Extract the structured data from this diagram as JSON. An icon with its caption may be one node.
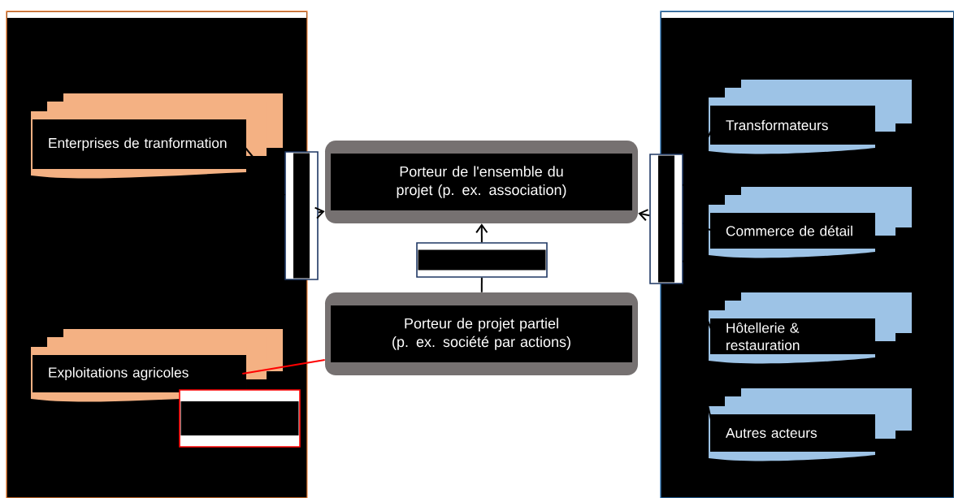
{
  "diagram": {
    "nodes": [
      {
        "text": [],
        "shape": "box"
      },
      {
        "text": [
          "Enterprises de tranformation"
        ],
        "in": 0
      },
      {
        "text": [
          "Exploitations agricoles"
        ],
        "in": 0
      },
      {
        "text": [],
        "shape": "box",
        "in": 0
      },
      {
        "text": [],
        "shape": "box"
      },
      {
        "text": [
          "Porteur de l'ensemble du projet (p. ex. association)"
        ]
      },
      {
        "text": [],
        "shape": "box"
      },
      {
        "text": [
          "Porteur de projet partiel (p. ex. société par actions)"
        ]
      },
      {
        "text": [],
        "shape": "box"
      },
      {
        "text": [],
        "shape": "box"
      },
      {
        "text": [
          "Transformateurs"
        ],
        "in": 9
      },
      {
        "text": [
          "Commerce de détail"
        ],
        "in": 9
      },
      {
        "text": [
          "Hôtellerie & restauration"
        ],
        "in": 9
      },
      {
        "text": [
          "Autres acteurs"
        ],
        "in": 9
      }
    ],
    "edges": [
      {
        "from": 1,
        "to": 4,
        "arrow": "none"
      },
      {
        "from": 4,
        "to": 5,
        "arrow": "to"
      },
      {
        "from": 7,
        "to": 6,
        "arrow": "none"
      },
      {
        "from": 6,
        "to": 5,
        "arrow": "to"
      },
      {
        "from": 2,
        "to": 7,
        "arrow": "none",
        "color": "#ff0000"
      },
      {
        "from": 10,
        "to": 8,
        "arrow": "none"
      },
      {
        "from": 11,
        "to": 8,
        "arrow": "none"
      },
      {
        "from": 12,
        "to": 8,
        "arrow": "none"
      },
      {
        "from": 13,
        "to": 8,
        "arrow": "none"
      },
      {
        "from": 8,
        "to": 5,
        "arrow": "to"
      }
    ]
  }
}
